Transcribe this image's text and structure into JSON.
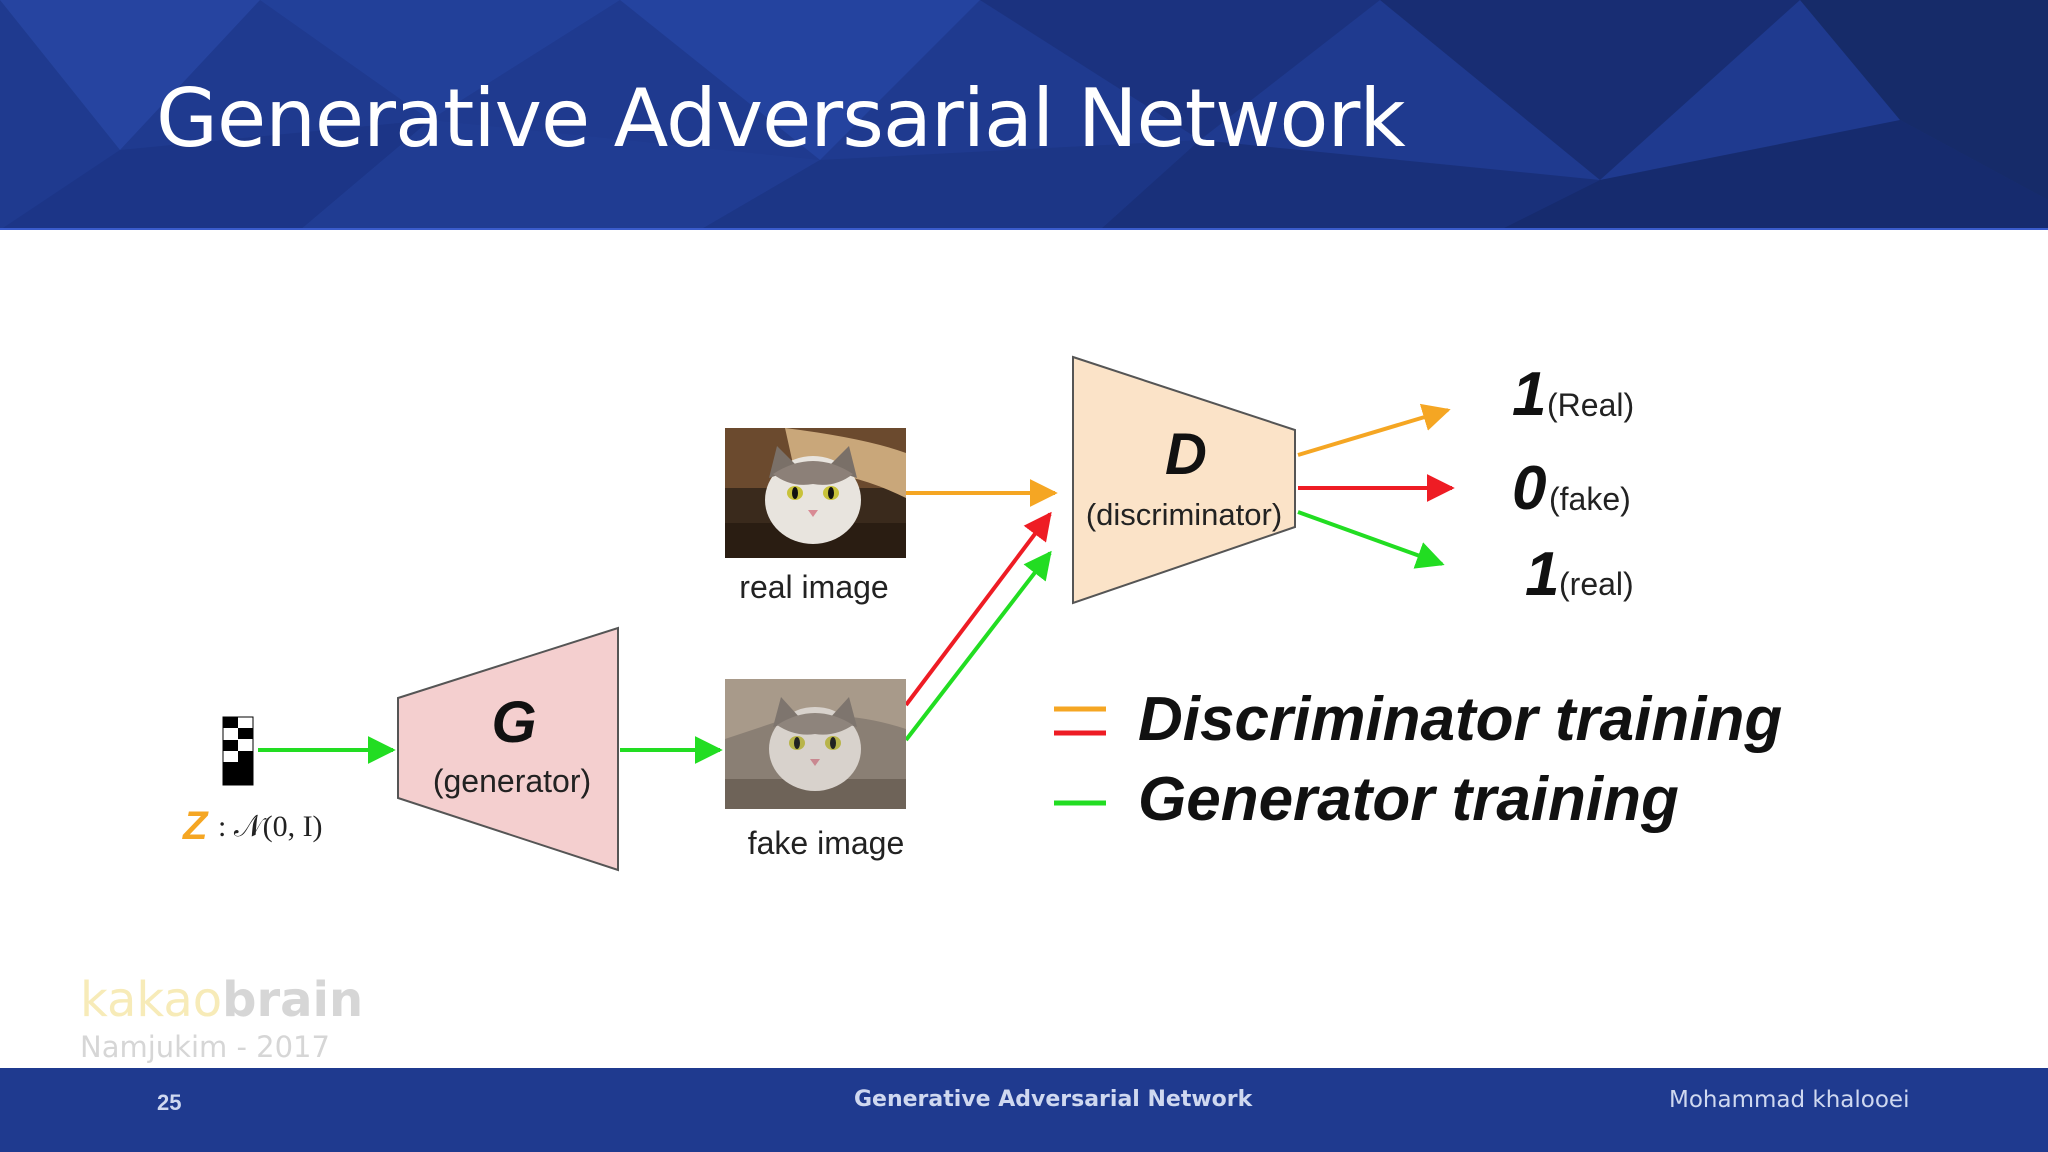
{
  "slide": {
    "title": "Generative Adversarial Network",
    "page_number": "25",
    "footer_title": "Generative Adversarial Network",
    "author": "Mohammad khalooei"
  },
  "watermark": {
    "logo_part1": "kakao",
    "logo_part2": "brain",
    "credit": "Namjukim - 2017"
  },
  "diagram": {
    "z_symbol": "Z",
    "z_distribution": ": 𝒩(0, I)",
    "generator_letter": "G",
    "generator_label": "(generator)",
    "discriminator_letter": "D",
    "discriminator_label": "(discriminator)",
    "real_image_caption": "real image",
    "fake_image_caption": "fake image",
    "outputs": [
      {
        "digit": "1",
        "label": "(Real)"
      },
      {
        "digit": "0",
        "label": "(fake)"
      },
      {
        "digit": "1",
        "label": "(real)"
      }
    ],
    "legend": [
      {
        "label": "Discriminator training"
      },
      {
        "label": "Generator training"
      }
    ]
  },
  "colors": {
    "header_bg": "#1f3a8f",
    "discriminator_arrow": "#f5a623",
    "fake_arrow": "#ee1c24",
    "generator_arrow": "#22dd22",
    "generator_fill": "#f4cfcf",
    "discriminator_fill": "#fbe3c8"
  }
}
